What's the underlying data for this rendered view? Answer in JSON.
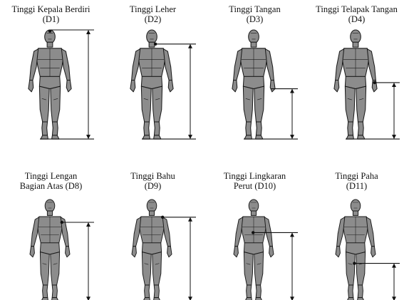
{
  "figures": [
    {
      "line1": "Tinggi Kepala Berdiri",
      "line2": "(D1)",
      "measure": "top-of-head"
    },
    {
      "line1": "Tinggi Leher",
      "line2": "(D2)",
      "measure": "neck"
    },
    {
      "line1": "Tinggi Tangan",
      "line2": "(D3)",
      "measure": "hand"
    },
    {
      "line1": "Tinggi Telapak Tangan",
      "line2": "(D4)",
      "measure": "palm"
    },
    {
      "line1": "Tinggi Lengan",
      "line2": "Bagian Atas (D8)",
      "measure": "upper-arm"
    },
    {
      "line1": "Tinggi Bahu",
      "line2": "(D9)",
      "measure": "shoulder"
    },
    {
      "line1": "Tinggi Lingkaran",
      "line2": "Perut (D10)",
      "measure": "waist"
    },
    {
      "line1": "Tinggi Paha",
      "line2": "(D11)",
      "measure": "thigh"
    }
  ],
  "colors": {
    "body": "#8c8c8c",
    "outline": "#1a1a1a",
    "line": "#111111"
  }
}
